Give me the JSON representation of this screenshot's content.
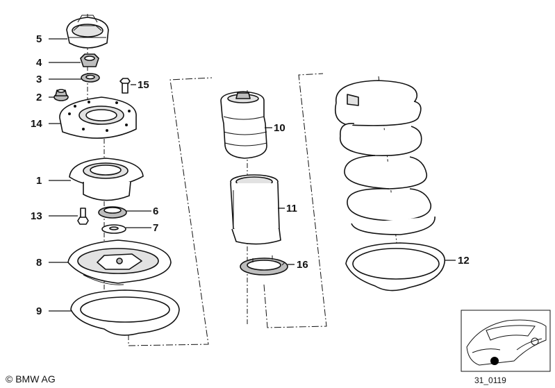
{
  "diagram": {
    "callouts": {
      "p1": "1",
      "p2": "2",
      "p3": "3",
      "p4": "4",
      "p5": "5",
      "p6": "6",
      "p7": "7",
      "p8": "8",
      "p9": "9",
      "p10": "10",
      "p11": "11",
      "p12": "12",
      "p13": "13",
      "p14": "14",
      "p15": "15",
      "p16": "16"
    },
    "copyright": "© BMW AG",
    "reference_code": "31_0119"
  }
}
